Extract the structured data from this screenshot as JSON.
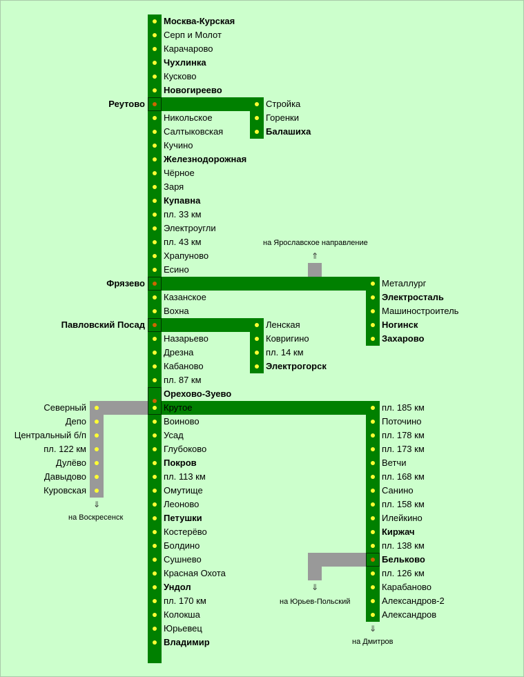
{
  "colors": {
    "background": "#ccffcc",
    "track": "#008000",
    "side_track": "#999999",
    "stop": "#ffff33",
    "hub_stop": "#cc6600"
  },
  "main_line": [
    {
      "name": "Москва-Курская",
      "bold": true
    },
    {
      "name": "Серп и Молот",
      "bold": false
    },
    {
      "name": "Карачарово",
      "bold": false
    },
    {
      "name": "Чухлинка",
      "bold": true
    },
    {
      "name": "Кусково",
      "bold": false
    },
    {
      "name": "Новогиреево",
      "bold": true
    },
    {
      "name": "Реутово",
      "bold": true,
      "hub": true,
      "left": true
    },
    {
      "name": "Никольское",
      "bold": false
    },
    {
      "name": "Салтыковская",
      "bold": false
    },
    {
      "name": "Кучино",
      "bold": false
    },
    {
      "name": "Железнодорожная",
      "bold": true
    },
    {
      "name": "Чёрное",
      "bold": false
    },
    {
      "name": "Заря",
      "bold": false
    },
    {
      "name": "Купавна",
      "bold": true
    },
    {
      "name": "пл. 33 км",
      "bold": false
    },
    {
      "name": "Электроугли",
      "bold": false
    },
    {
      "name": "пл. 43 км",
      "bold": false
    },
    {
      "name": "Храпуново",
      "bold": false
    },
    {
      "name": "Есино",
      "bold": false
    },
    {
      "name": "Фрязево",
      "bold": true,
      "hub": true,
      "left": true
    },
    {
      "name": "Казанское",
      "bold": false
    },
    {
      "name": "Вохна",
      "bold": false
    },
    {
      "name": "Павловский Посад",
      "bold": true,
      "hub": true,
      "left": true
    },
    {
      "name": "Назарьево",
      "bold": false
    },
    {
      "name": "Дрезна",
      "bold": false
    },
    {
      "name": "Кабаново",
      "bold": false
    },
    {
      "name": "пл. 87 км",
      "bold": false
    },
    {
      "name": "Орехово-Зуево",
      "bold": true,
      "hub": true,
      "big": true
    },
    {
      "name": "Крутое",
      "bold": false
    },
    {
      "name": "Воиново",
      "bold": false
    },
    {
      "name": "Усад",
      "bold": false
    },
    {
      "name": "Глубоково",
      "bold": false
    },
    {
      "name": "Покров",
      "bold": true
    },
    {
      "name": "пл. 113 км",
      "bold": false
    },
    {
      "name": "Омутище",
      "bold": false
    },
    {
      "name": "Леоново",
      "bold": false
    },
    {
      "name": "Петушки",
      "bold": true
    },
    {
      "name": "Костерёво",
      "bold": false
    },
    {
      "name": "Болдино",
      "bold": false
    },
    {
      "name": "Сушнево",
      "bold": false
    },
    {
      "name": "Красная Охота",
      "bold": false
    },
    {
      "name": "Ундол",
      "bold": true
    },
    {
      "name": "пл. 170 км",
      "bold": false
    },
    {
      "name": "Колокша",
      "bold": false
    },
    {
      "name": "Юрьевец",
      "bold": false
    },
    {
      "name": "Владимир",
      "bold": true
    }
  ],
  "balashikha_branch": [
    {
      "name": "Стройка",
      "bold": false
    },
    {
      "name": "Горенки",
      "bold": false
    },
    {
      "name": "Балашиха",
      "bold": true
    }
  ],
  "elektrogorsk_branch": [
    {
      "name": "Ленская",
      "bold": false
    },
    {
      "name": "Ковригино",
      "bold": false
    },
    {
      "name": "пл. 14 км",
      "bold": false
    },
    {
      "name": "Электрогорск",
      "bold": true
    }
  ],
  "fryazevo_branch": [
    {
      "name": "Металлург",
      "bold": false
    },
    {
      "name": "Электросталь",
      "bold": true
    },
    {
      "name": "Машиностроитель",
      "bold": false
    },
    {
      "name": "Ногинск",
      "bold": true
    },
    {
      "name": "Захарово",
      "bold": true
    }
  ],
  "kurovskaya_branch": [
    {
      "name": "Северный",
      "bold": false
    },
    {
      "name": "Депо",
      "bold": false
    },
    {
      "name": "Центральный б/п",
      "bold": false
    },
    {
      "name": "пл. 122 км",
      "bold": false
    },
    {
      "name": "Дулёво",
      "bold": false
    },
    {
      "name": "Давыдово",
      "bold": false
    },
    {
      "name": "Куровская",
      "bold": false
    }
  ],
  "alexandrov_branch": [
    {
      "name": "пл. 185 км",
      "bold": false
    },
    {
      "name": "Поточино",
      "bold": false
    },
    {
      "name": "пл. 178 км",
      "bold": false
    },
    {
      "name": "пл. 173 км",
      "bold": false
    },
    {
      "name": "Ветчи",
      "bold": false
    },
    {
      "name": "пл. 168 км",
      "bold": false
    },
    {
      "name": "Санино",
      "bold": false
    },
    {
      "name": "пл. 158 км",
      "bold": false
    },
    {
      "name": "Илейкино",
      "bold": false
    },
    {
      "name": "Киржач",
      "bold": true
    },
    {
      "name": "пл. 138 км",
      "bold": false
    },
    {
      "name": "Бельково",
      "bold": true,
      "hub": true
    },
    {
      "name": "пл. 126 км",
      "bold": false
    },
    {
      "name": "Карабаново",
      "bold": false
    },
    {
      "name": "Александров-2",
      "bold": false
    },
    {
      "name": "Александров",
      "bold": false
    }
  ],
  "notes": {
    "yaroslavl": "на Ярославское направление",
    "voskresensk": "на Воскресенск",
    "yuryev_polsky": "на Юрьев-Польский",
    "dmitrov": "на Дмитров",
    "arrow_up": "⇑",
    "arrow_down": "⇓"
  }
}
